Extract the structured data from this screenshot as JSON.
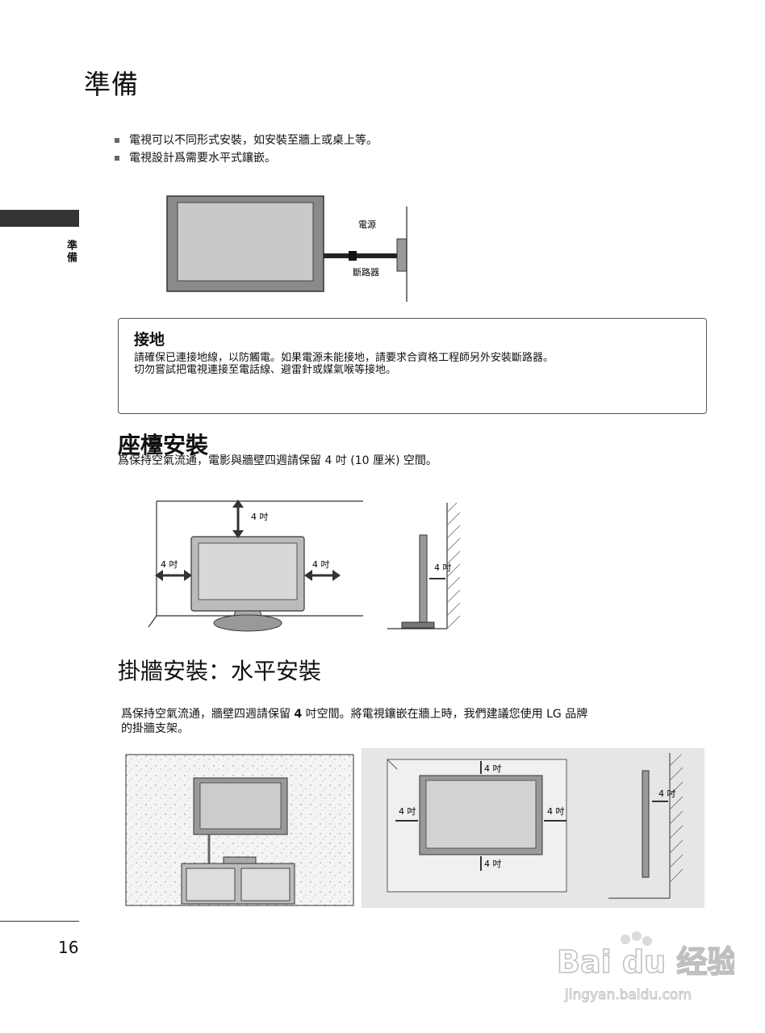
{
  "page": {
    "title": "準備",
    "side_label": "準備",
    "page_number": "16"
  },
  "bullets": [
    "電視可以不同形式安裝，如安裝至牆上或桌上等。",
    "電視設計爲需要水平式鑲嵌。"
  ],
  "figure1": {
    "power_label": "電源",
    "breaker_label": "斷路器"
  },
  "grounding": {
    "heading": "接地",
    "line1": "請確保已連接地線，以防觸電。如果電源未能接地，請要求合資格工程師另外安裝斷路器。",
    "line2": "切勿嘗試把電視連接至電話線、避雷針或媒氣喉等接地。"
  },
  "stand": {
    "heading": "座檯安裝",
    "text": "爲保持空氣流通，電影與牆壁四週請保留 4 吋 (10 厘米) 空間。",
    "dim_label": "4 吋"
  },
  "wall": {
    "heading": "掛牆安裝：水平安裝",
    "text_line1_pre": "爲保持空氣流通，牆壁四週請保留 ",
    "text_line1_bold": "4",
    "text_line1_post": " 吋空間。將電視鑲嵌在牆上時，我們建議您使用 LG 品牌",
    "text_line2": "的掛牆支架。",
    "dim_label": "4 吋"
  },
  "watermark": {
    "logo_text": "Bai du 经验",
    "url": "jingyan.baidu.com"
  }
}
